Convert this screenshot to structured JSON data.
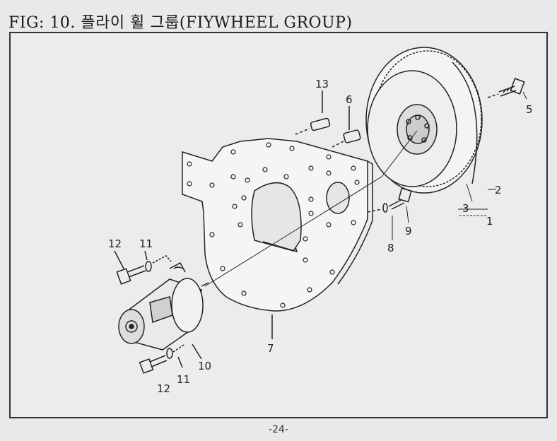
{
  "figure": {
    "title": "FIG: 10. 플라이 휠 그룹(FIYWHEEL GROUP)"
  },
  "callouts": {
    "c1": "1",
    "c2": "2",
    "c3": "3",
    "c5": "5",
    "c6": "6",
    "c7": "7",
    "c8": "8",
    "c9": "9",
    "c10": "10",
    "c11a": "11",
    "c11b": "11",
    "c12a": "12",
    "c12b": "12",
    "c13": "13"
  },
  "page": {
    "number": "-24-"
  }
}
